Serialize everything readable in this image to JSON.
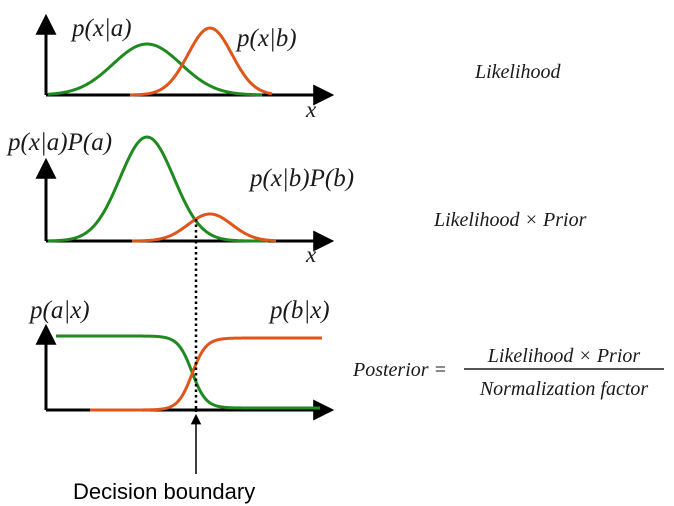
{
  "colors": {
    "class_a": "#1f8a1f",
    "class_b": "#e0561a",
    "axis": "#000000"
  },
  "panel1": {
    "label_a": "p(x|a)",
    "label_b": "p(x|b)",
    "x_label": "x",
    "caption": "Likelihood"
  },
  "panel2": {
    "label_a": "p(x|a)P(a)",
    "label_b": "p(x|b)P(b)",
    "x_label": "x",
    "caption": "Likelihood × Prior"
  },
  "panel3": {
    "label_a": "p(a|x)",
    "label_b": "p(b|x)",
    "formula_lhs": "Posterior =",
    "formula_numerator": "Likelihood × Prior",
    "formula_denominator": "Normalization factor"
  },
  "decision_boundary_label": "Decision boundary"
}
